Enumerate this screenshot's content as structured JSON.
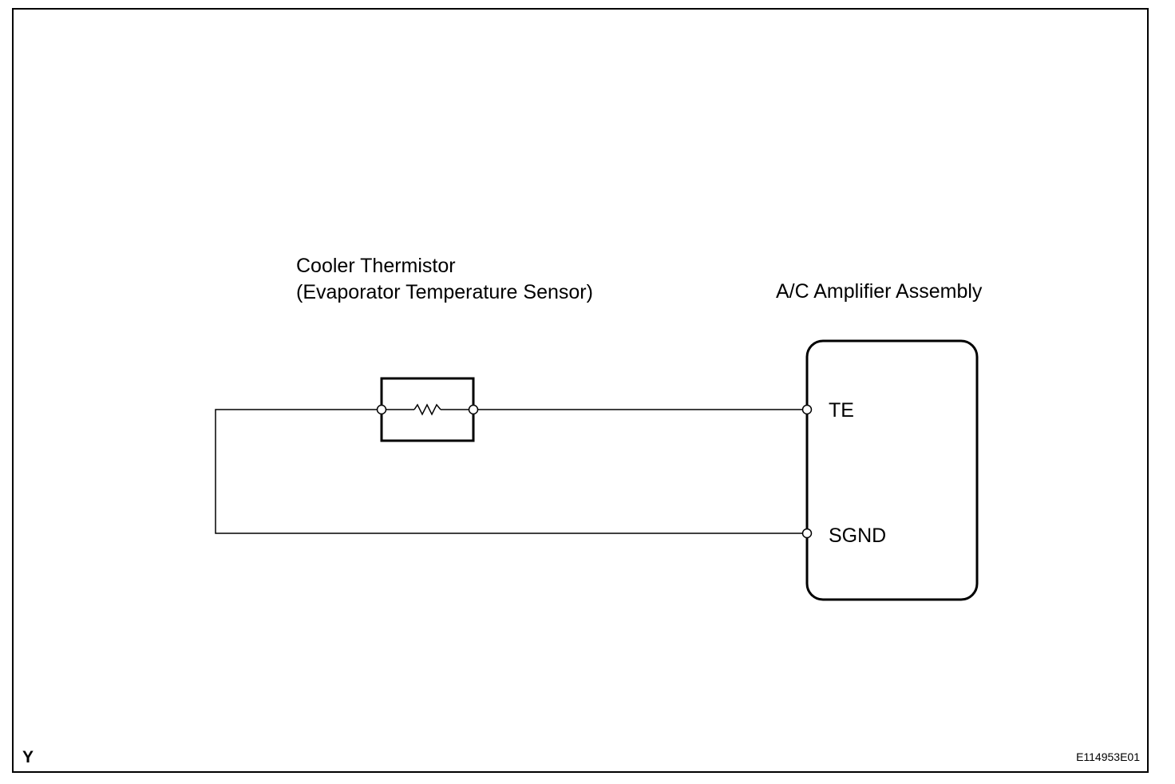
{
  "sensor": {
    "title_line1": "Cooler Thermistor",
    "title_line2": "(Evaporator Temperature Sensor)"
  },
  "amplifier": {
    "title": "A/C Amplifier Assembly",
    "terminals": [
      "TE",
      "SGND"
    ]
  },
  "corner_left": "Y",
  "figure_code": "E114953E01"
}
